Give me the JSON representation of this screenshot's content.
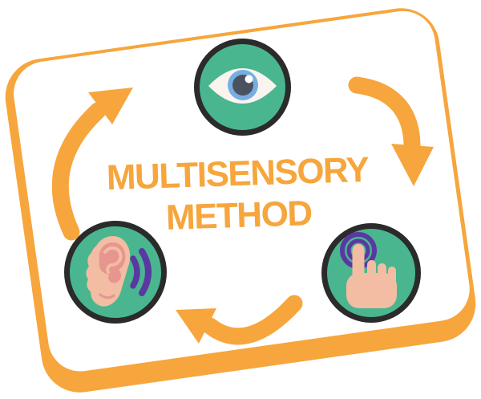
{
  "title": {
    "line1": "MULTISENSORY",
    "line2": "METHOD"
  },
  "cycle": {
    "nodes": [
      {
        "icon": "eye-icon",
        "position": "top"
      },
      {
        "icon": "touch-icon",
        "position": "bottom-right"
      },
      {
        "icon": "ear-icon",
        "position": "bottom-left"
      }
    ],
    "arrows": [
      {
        "name": "arrow-left-up",
        "direction": "up-right"
      },
      {
        "name": "arrow-right-down",
        "direction": "down"
      },
      {
        "name": "arrow-bottom-left",
        "direction": "left"
      }
    ]
  },
  "colors": {
    "orange": "#F6A63D",
    "green": "#49B690",
    "outline": "#2B2B2B",
    "purple": "#5A38A2",
    "skin": "#F2BDA3",
    "shade": "#E6968F",
    "iris": "#78ADE2",
    "pupil": "#4A5260",
    "eyewhite": "#FAF4EE",
    "card": "#FFFFFF"
  }
}
